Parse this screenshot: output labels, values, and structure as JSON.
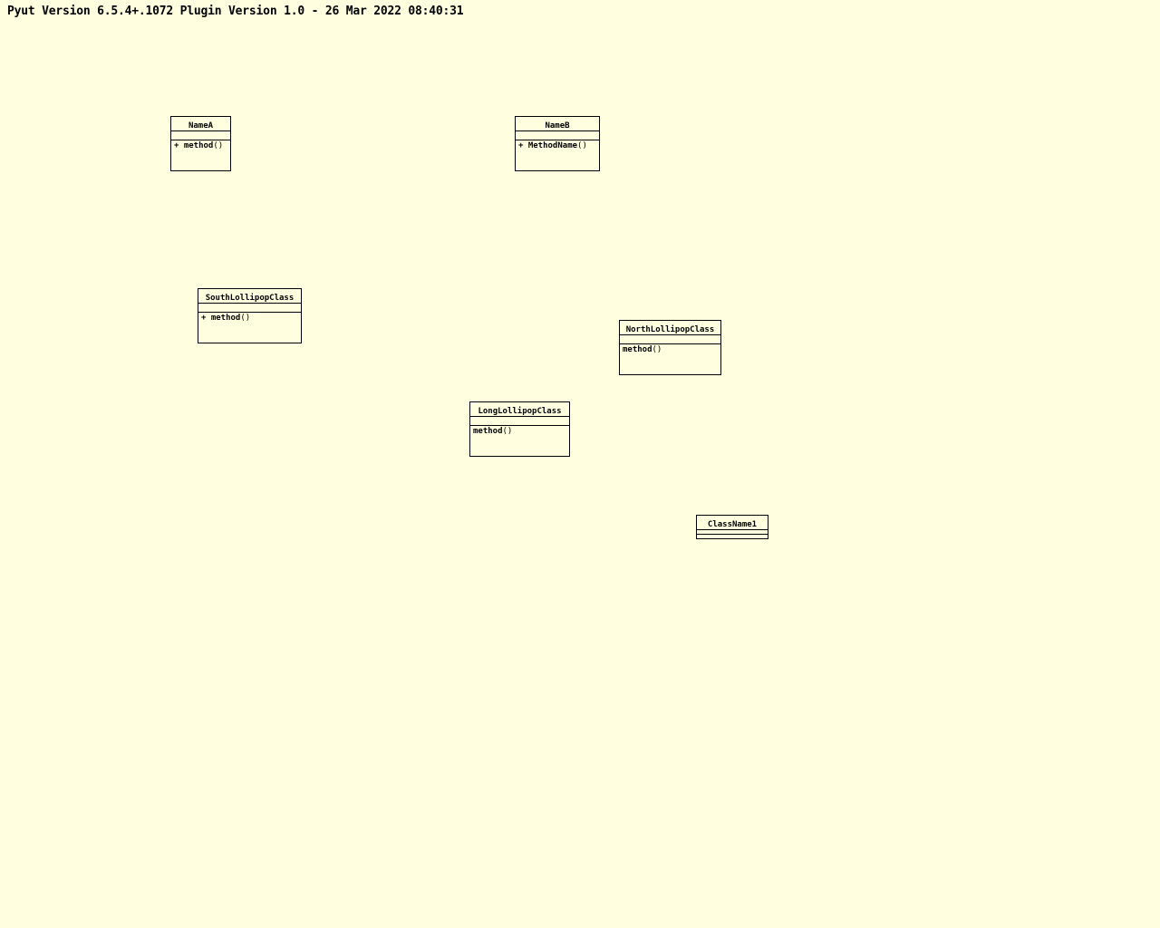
{
  "header": {
    "title": "Pyut Version 6.5.4+.1072 Plugin Version 1.0 - 26 Mar 2022 08:40:31"
  },
  "classes": {
    "namea": {
      "name": "NameA",
      "method_prefix": "+ ",
      "method": "method",
      "parens": "()"
    },
    "nameb": {
      "name": "NameB",
      "method_prefix": "+ ",
      "method": "MethodName",
      "parens": "()"
    },
    "south": {
      "name": "SouthLollipopClass",
      "method_prefix": "+ ",
      "method": "method",
      "parens": "()"
    },
    "north": {
      "name": "NorthLollipopClass",
      "method_prefix": "",
      "method": "method",
      "parens": "()"
    },
    "long": {
      "name": "LongLollipopClass",
      "method_prefix": "",
      "method": "method",
      "parens": "()"
    },
    "classname1": {
      "name": "ClassName1"
    }
  },
  "colors": {
    "background": "#ffffe0",
    "stroke": "#000000"
  }
}
